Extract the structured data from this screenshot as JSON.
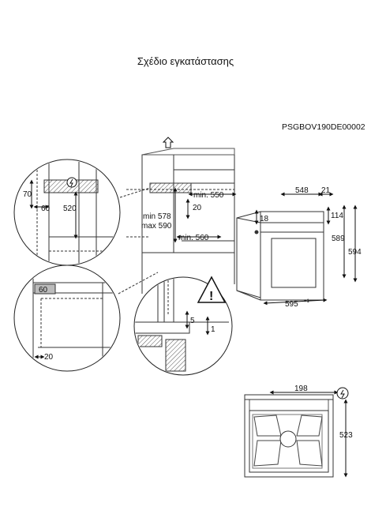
{
  "page": {
    "title": "Σχέδιο εγκατάστασης",
    "code": "PSGBOV190DE00002"
  },
  "dims": {
    "d70": "70",
    "d60_top": "60",
    "d520": "520",
    "d60_mid": "60",
    "d20_bottom": "20",
    "min550": "min. 550",
    "d20_cab": "20",
    "min578": "min 578",
    "max590": "max 590",
    "min560": "min. 560",
    "d5": "5",
    "d1": "1",
    "d548": "548",
    "d21": "21",
    "d18": "18",
    "d114": "114",
    "d589": "589",
    "d594": "594",
    "d595": "595",
    "d595_tol": "+1",
    "d198": "198",
    "d523": "523"
  },
  "icons": {
    "warning": "warning-triangle-icon",
    "power": "power-icon",
    "arrow": "up-arrow-icon"
  }
}
